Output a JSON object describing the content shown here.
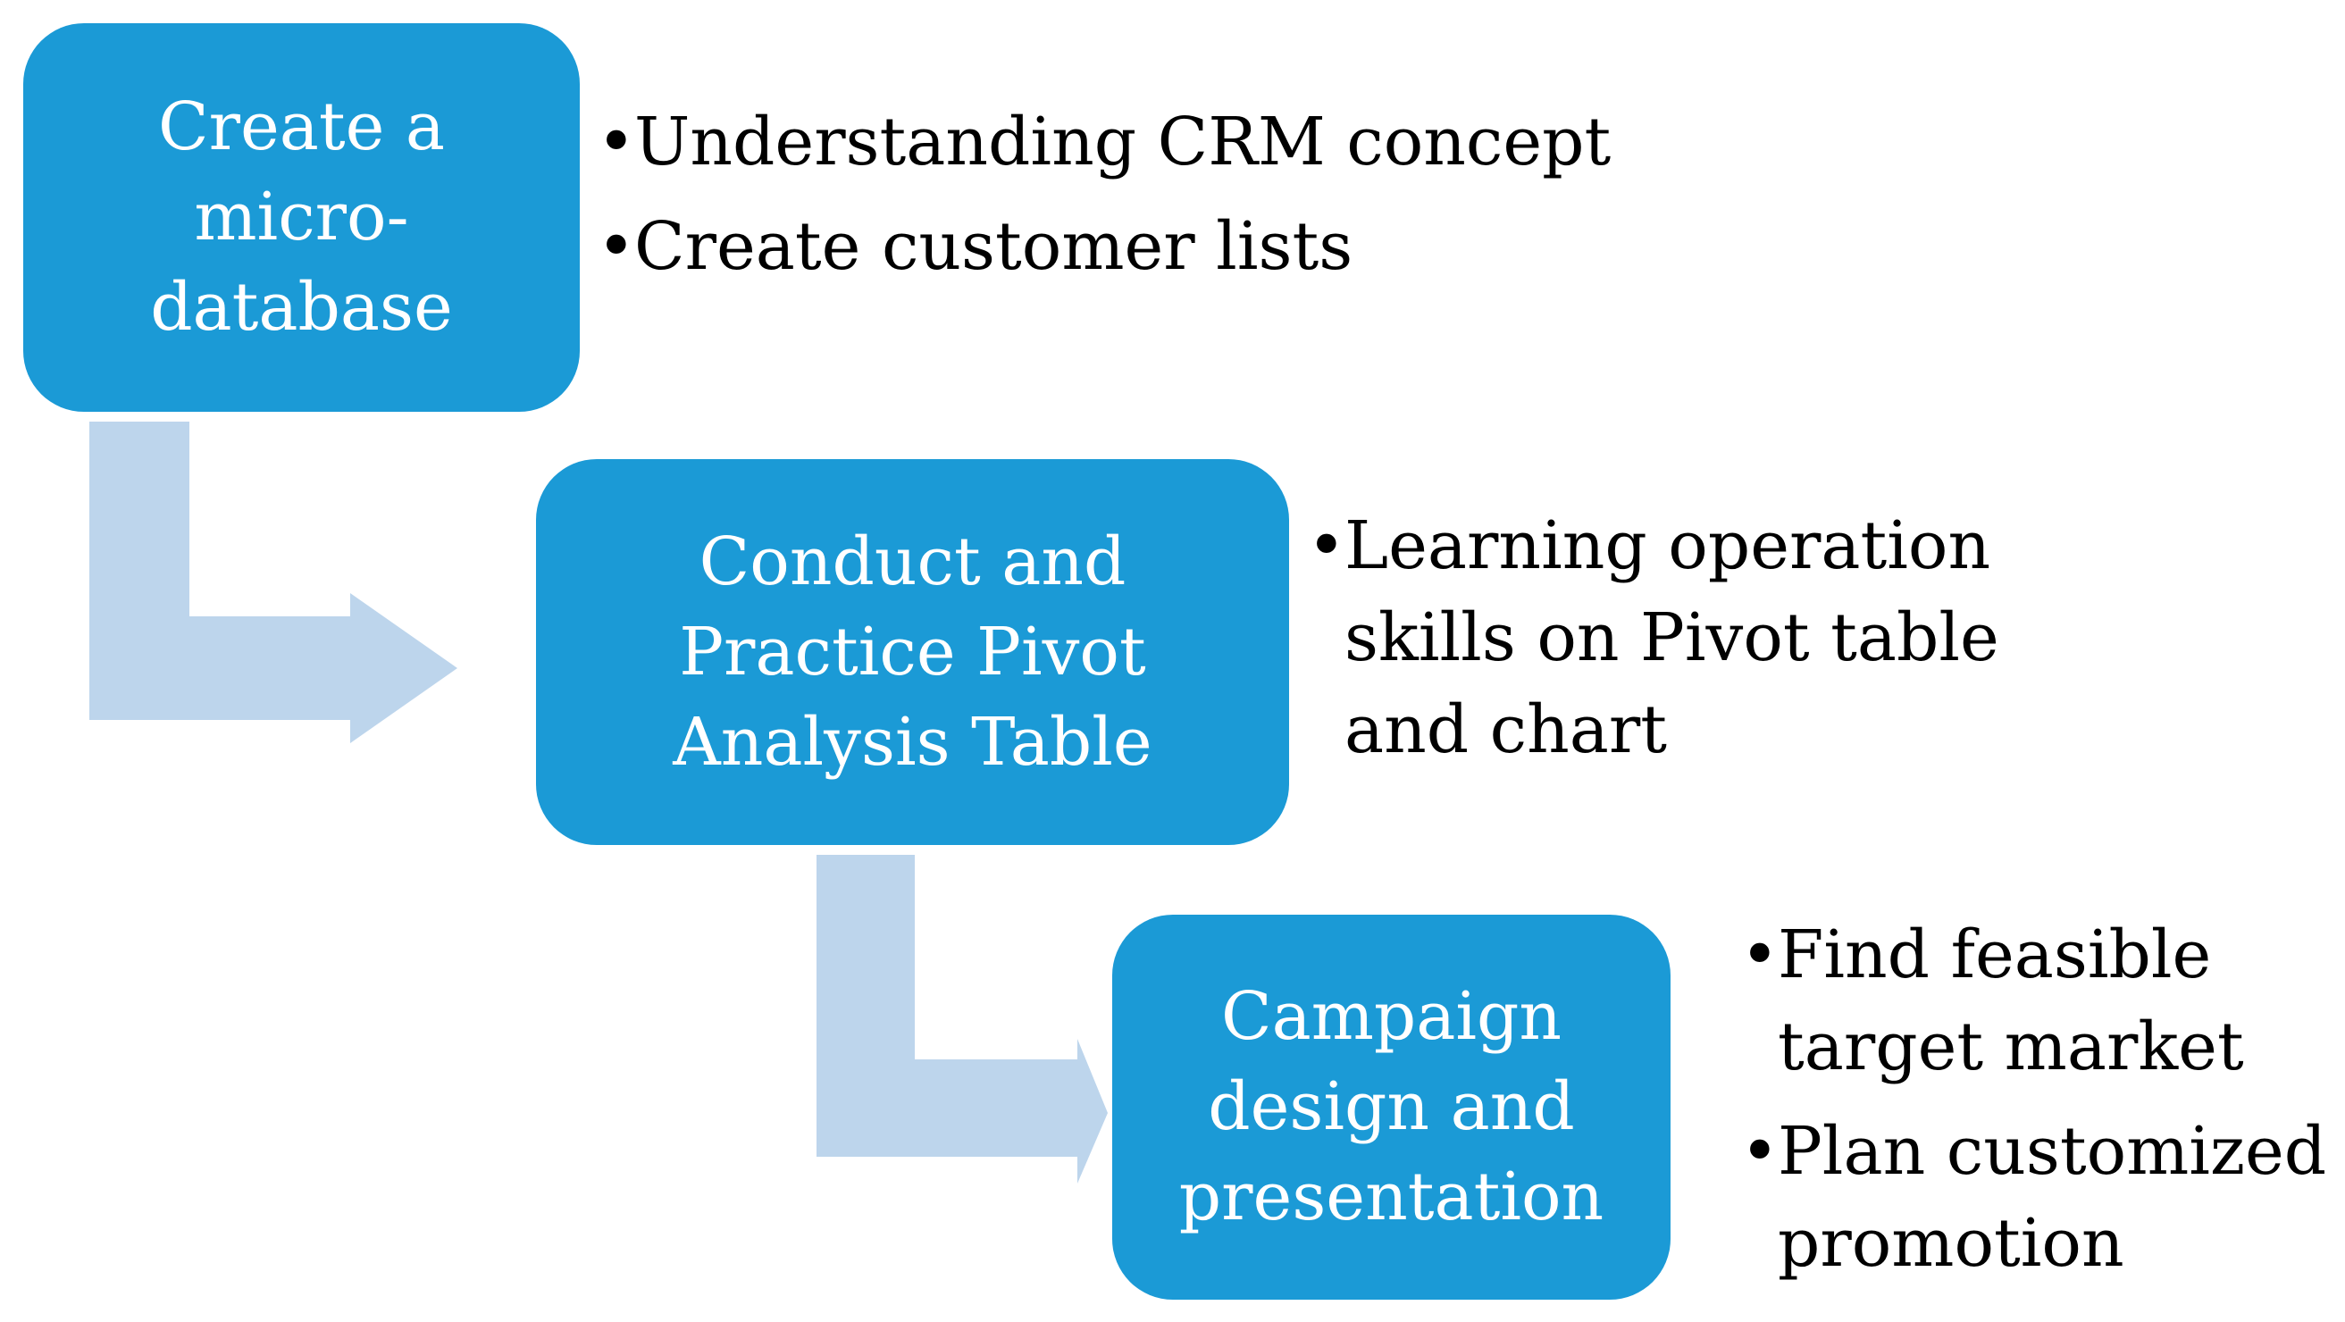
{
  "colors": {
    "box_fill": "#1b9ad6",
    "box_text": "#ffffff",
    "arrow_fill": "#bdd5ec",
    "bullet_text": "#000000"
  },
  "steps": [
    {
      "title": "Create a micro-database",
      "bullets": [
        "Understanding CRM concept",
        "Create customer lists"
      ]
    },
    {
      "title": "Conduct and Practice Pivot Analysis Table",
      "bullets": [
        "Learning operation skills on Pivot table and chart"
      ]
    },
    {
      "title": "Campaign design and presentation",
      "bullets": [
        "Find feasible target market",
        "Plan customized promotion"
      ]
    }
  ],
  "bullet_symbol": "•"
}
